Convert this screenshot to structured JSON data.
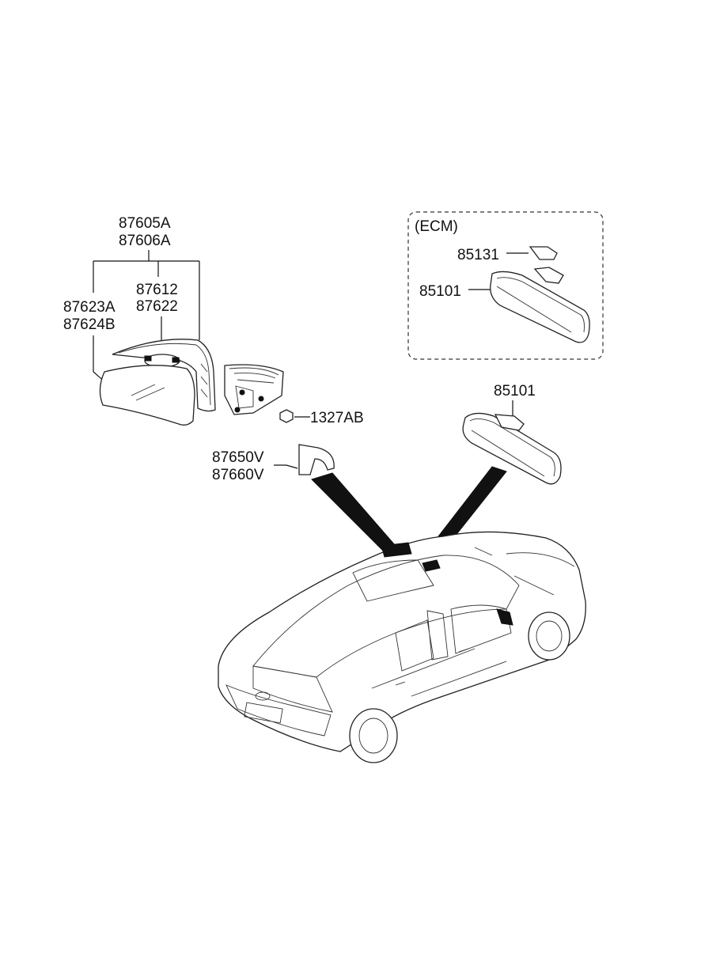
{
  "labels": {
    "mirror_assy_1": "87605A",
    "mirror_assy_2": "87606A",
    "mirror_glass_1": "87623A",
    "mirror_glass_2": "87624B",
    "actuator_1": "87612",
    "actuator_2": "87622",
    "nut": "1327AB",
    "cover_1": "87650V",
    "cover_2": "87660V",
    "ecm_title": "(ECM)",
    "ecm_bracket": "85131",
    "ecm_mirror": "85101",
    "inside_mirror": "85101"
  }
}
